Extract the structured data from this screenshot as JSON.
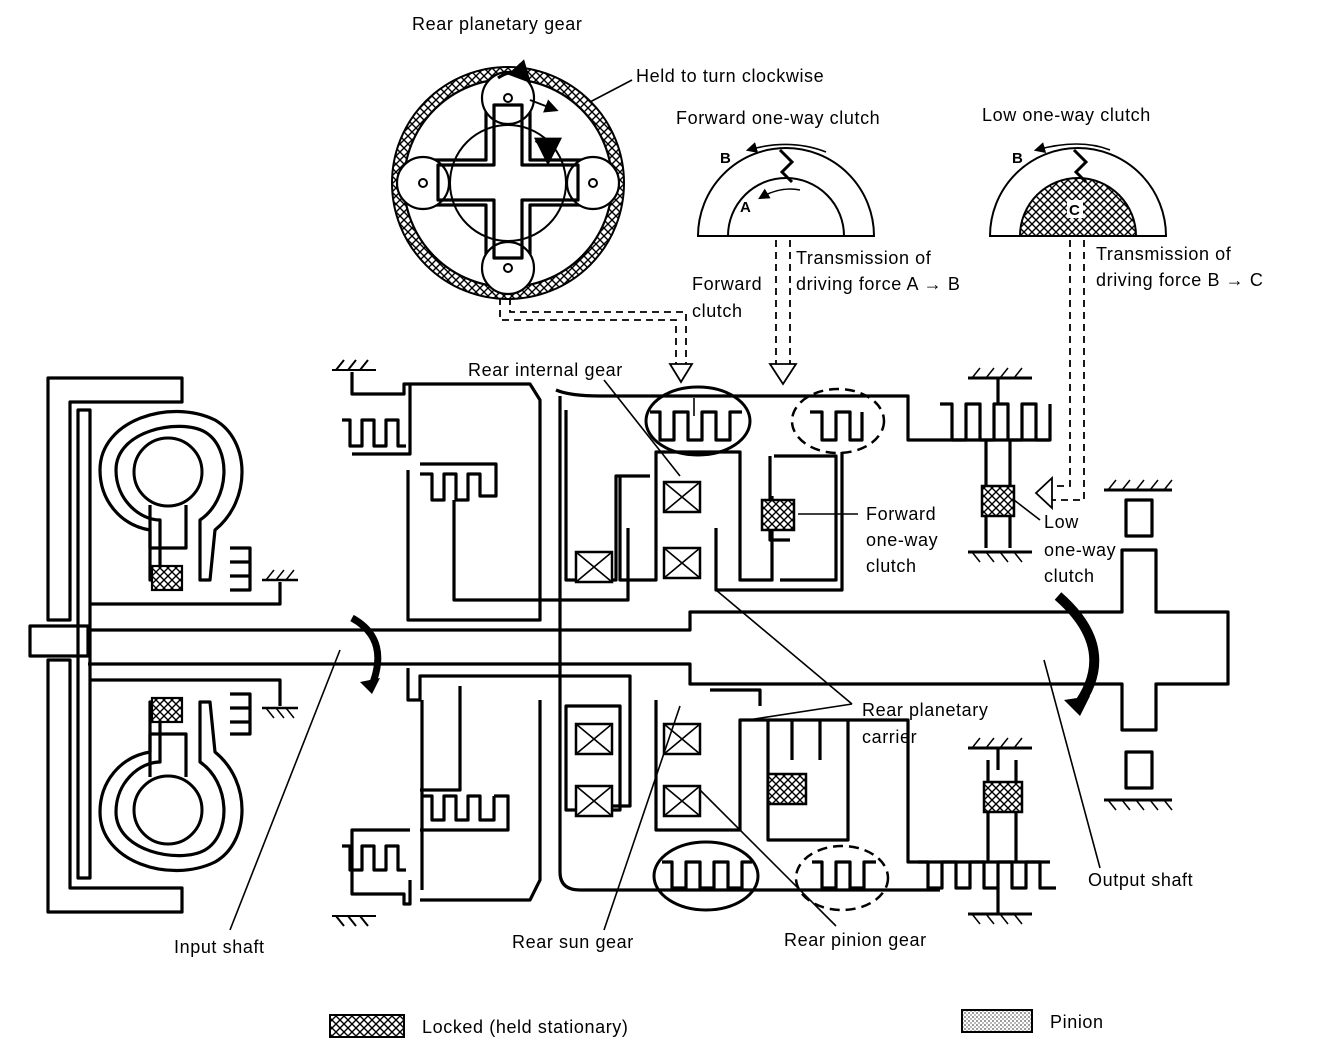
{
  "labels": {
    "rear_planetary_gear": "Rear planetary gear",
    "held_to_turn": "Held to turn clockwise",
    "forward_owc_title": "Forward one-way clutch",
    "low_owc_title": "Low one-way clutch",
    "forward_clutch": [
      "Forward",
      "clutch"
    ],
    "transmission_ab": [
      "Transmission of",
      "driving force A → B"
    ],
    "transmission_bc": [
      "Transmission of",
      "driving force B → C"
    ],
    "rear_internal_gear": "Rear internal gear",
    "forward_owc": [
      "Forward",
      "one-way",
      "clutch"
    ],
    "low_owc": [
      "Low",
      "one-way",
      "clutch"
    ],
    "rear_planetary_carrier": [
      "Rear planetary",
      "carrier"
    ],
    "output_shaft": "Output shaft",
    "input_shaft": "Input shaft",
    "rear_sun_gear": "Rear sun gear",
    "rear_pinion_gear": "Rear pinion gear",
    "letter_a": "A",
    "letter_b": "B",
    "letter_c": "C"
  },
  "legend": {
    "locked": "Locked (held stationary)",
    "pinion": "Pinion"
  }
}
